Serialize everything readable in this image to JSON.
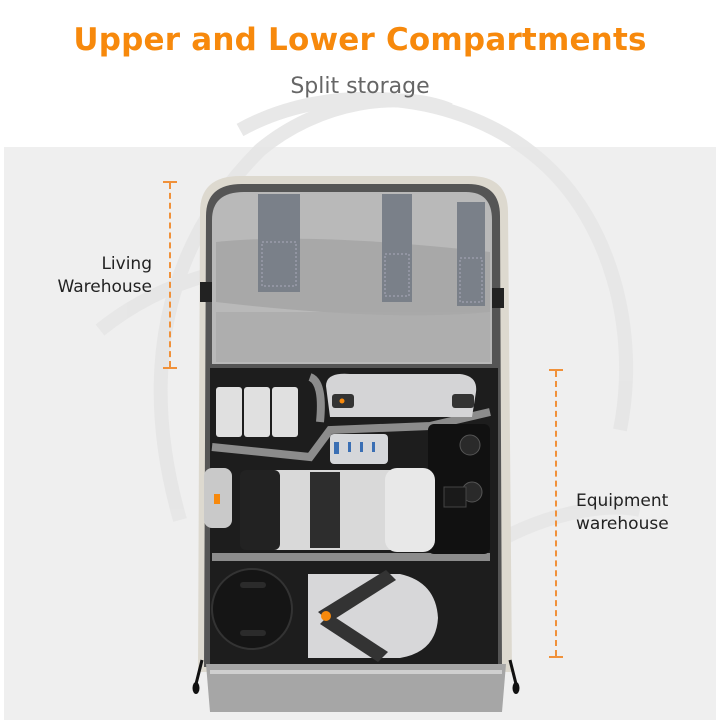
{
  "header": {
    "title": "Upper and Lower Compartments",
    "subtitle": "Split storage"
  },
  "colors": {
    "accent": "#f7890c",
    "subtitle": "#666666",
    "panel_bg": "#efefef",
    "marker": "#f0913a",
    "label_text": "#222222"
  },
  "annotations": {
    "upper": {
      "line1": "Living",
      "line2": "Warehouse"
    },
    "lower": {
      "line1": "Equipment",
      "line2": "warehouse"
    }
  },
  "image": {
    "subject": "backpack-open-view",
    "upper_contents": [
      "mesh-pocket",
      "velcro-straps",
      "folded-clothes"
    ],
    "lower_contents": [
      "drone-batteries",
      "drone-remote-controller",
      "usb-hub",
      "mirrorless-camera",
      "telephoto-lens",
      "power-bank",
      "lens-cap",
      "folded-drone"
    ]
  }
}
